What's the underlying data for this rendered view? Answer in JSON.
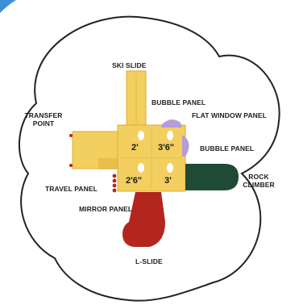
{
  "labels": {
    "ski_slide": "SKI SLIDE",
    "bubble_panel_top": "BUBBLE PANEL",
    "flat_window_panel": "FLAT WINDOW PANEL",
    "transfer_point_line1": "TRANSFER",
    "transfer_point_line2": "POINT",
    "bubble_panel_right": "BUBBLE PANEL",
    "rock_climber_line1": "ROCK",
    "rock_climber_line2": "CLIMBER",
    "travel_panel": "TRAVEL PANEL",
    "mirror_panel": "MIRROR PANEL",
    "l_slide": "L-SLIDE"
  },
  "deck_heights": {
    "top_left": "2'",
    "top_right": "3'6\"",
    "bottom_left": "2'6\"",
    "bottom_right": "3'"
  },
  "colors": {
    "deck_yellow": "#f2cf5e",
    "deck_edge": "#d9ad3a",
    "slide_red": "#b3261e",
    "climber_green": "#1f4a36",
    "bubble_purple": "#b39ddb",
    "outline": "#222222",
    "accent_blue": "#3d8fd6"
  }
}
